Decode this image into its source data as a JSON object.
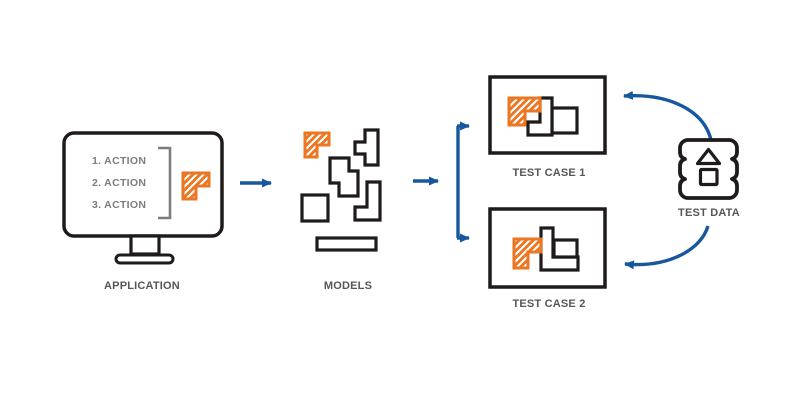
{
  "diagram": {
    "title_context": "model-based test automation flow",
    "application": {
      "label": "APPLICATION",
      "actions": [
        "1.  ACTION",
        "2.  ACTION",
        "3.  ACTION"
      ]
    },
    "models": {
      "label": "MODELS"
    },
    "test_case_1": {
      "label": "TEST CASE 1"
    },
    "test_case_2": {
      "label": "TEST CASE 2"
    },
    "test_data": {
      "label": "TEST DATA"
    },
    "icons": {
      "application": "monitor-icon",
      "application_fragment": "orange-hatched-tetromino-icon",
      "models": "tetromino-pieces-icons",
      "test_data": "database-icon"
    },
    "colors": {
      "accent_blue": "#16579D",
      "accent_orange": "#ED7623",
      "outline_black": "#1E1B1A",
      "label_gray": "#55565A",
      "text_gray": "#7C7D80",
      "background": "#FFFFFF"
    }
  }
}
